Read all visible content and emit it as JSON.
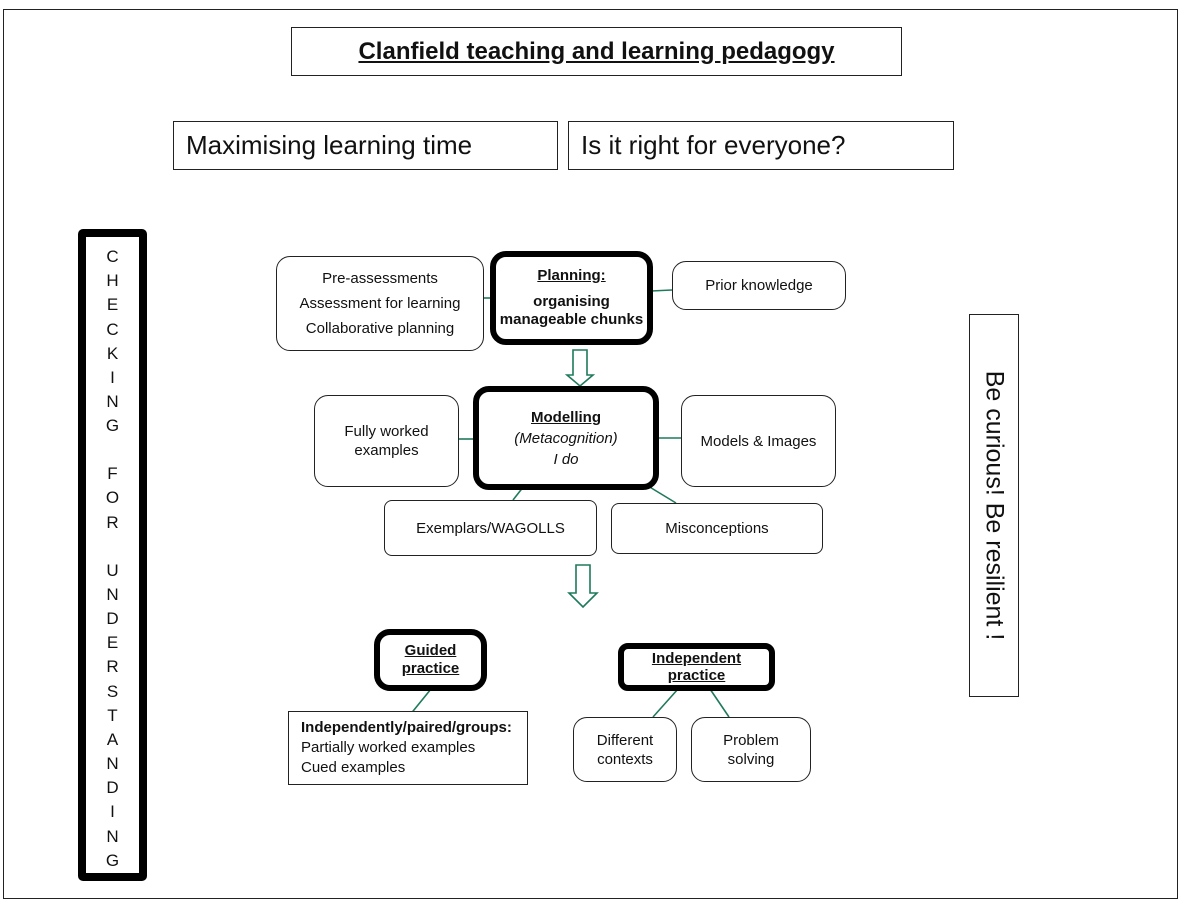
{
  "title": "Clanfield teaching and learning pedagogy",
  "headers": [
    "Maximising learning time",
    "Is it right for everyone?"
  ],
  "side_left": [
    "C",
    "H",
    "E",
    "C",
    "K",
    "I",
    "N",
    "G",
    "",
    "F",
    "O",
    "R",
    "",
    "U",
    "N",
    "D",
    "E",
    "R",
    "S",
    "T",
    "A",
    "N",
    "D",
    "I",
    "N",
    "G"
  ],
  "side_right": "Be curious! Be resilient !",
  "planning": {
    "title": "Planning:",
    "text": "organising manageable chunks"
  },
  "planning_left": [
    "Pre-assessments",
    "Assessment for learning",
    "Collaborative planning"
  ],
  "planning_right": "Prior knowledge",
  "modelling": {
    "title": "Modelling",
    "subtitle": "(Metacognition)",
    "line": "I do"
  },
  "modelling_left": "Fully worked examples",
  "modelling_right": "Models & Images",
  "modelling_bottom": [
    "Exemplars/WAGOLLS",
    "Misconceptions"
  ],
  "guided": {
    "title": "Guided practice",
    "heading": "Independently/paired/groups:",
    "items": [
      "Partially worked examples",
      "Cued examples"
    ]
  },
  "independent": {
    "title": "Independent practice",
    "items": [
      "Different contexts",
      "Problem solving"
    ]
  },
  "colors": {
    "connector": "#1f7a5c",
    "border": "#000000"
  }
}
